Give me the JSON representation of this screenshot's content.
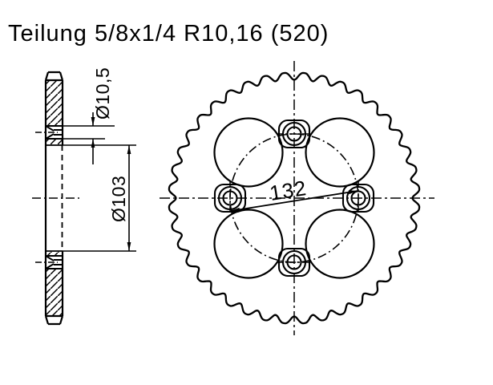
{
  "title": "Teilung 5/8x1/4 R10,16 (520)",
  "side_view": {
    "hole_diameter_label": "Ø10,5",
    "bore_diameter_label": "Ø103"
  },
  "front_view": {
    "bolt_spacing_label": "132",
    "teeth_count": 40,
    "bolt_hole_count": 4,
    "lobe_count": 4
  },
  "colors": {
    "line": "#000000",
    "background": "#ffffff"
  }
}
